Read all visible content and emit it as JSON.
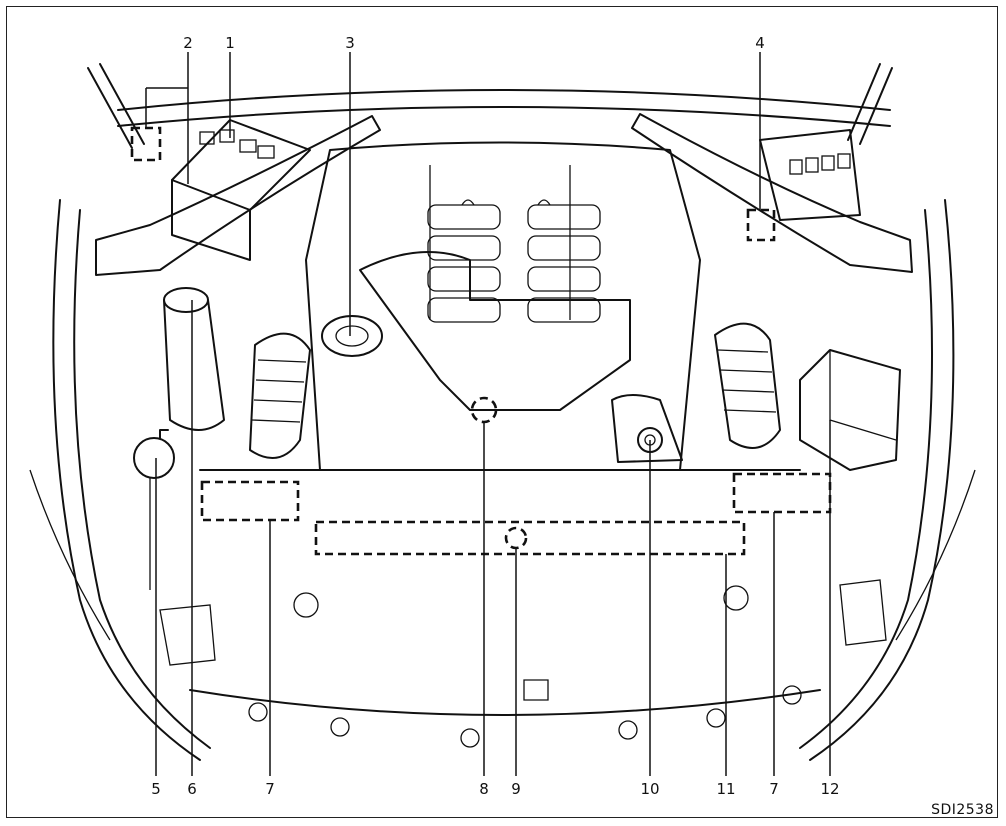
{
  "figure_code": "SDI2538",
  "callouts": [
    "1",
    "2",
    "3",
    "4",
    "5",
    "6",
    "7",
    "8",
    "9",
    "10",
    "11",
    "7",
    "12"
  ]
}
